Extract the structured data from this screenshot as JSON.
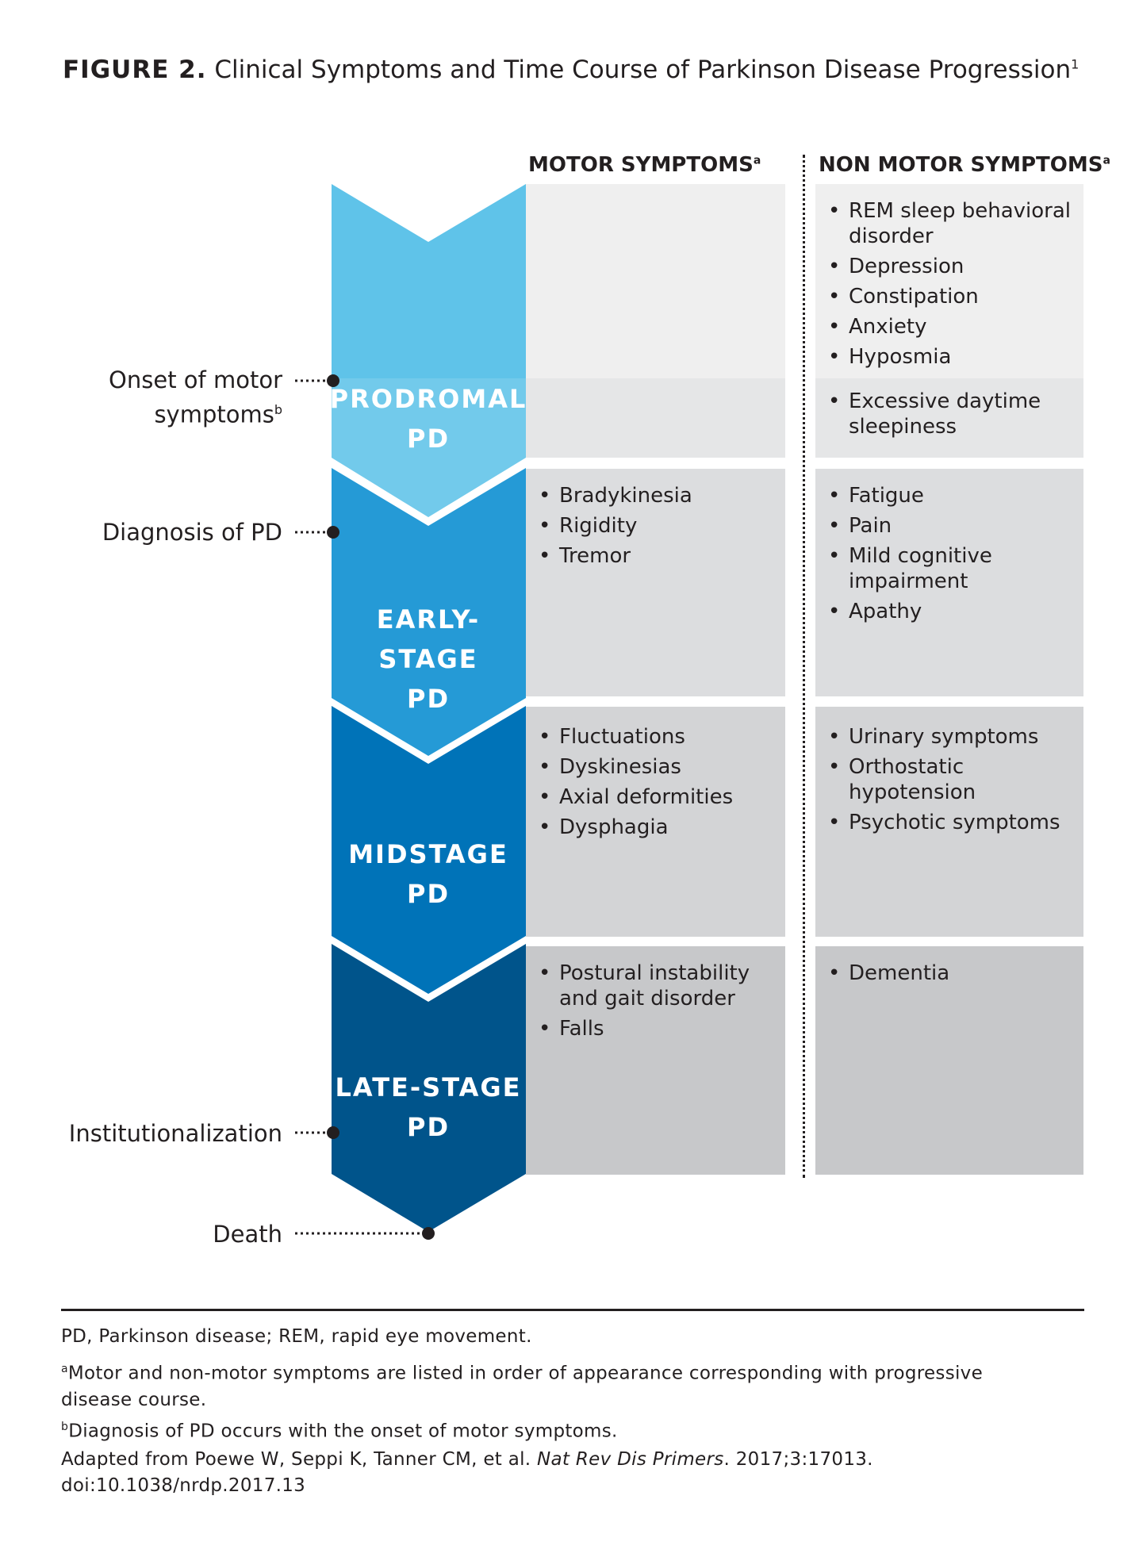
{
  "figure": {
    "label": "FIGURE 2.",
    "title": "Clinical Symptoms and Time Course of Parkinson Disease Progression",
    "title_sup": "1"
  },
  "columns": {
    "motor": {
      "label": "MOTOR SYMPTOMS",
      "sup": "a"
    },
    "nonmotor": {
      "label": "NON MOTOR SYMPTOMS",
      "sup": "a"
    }
  },
  "stages": [
    {
      "label": "PRODROMAL\nPD",
      "color": "#5fc3e9",
      "motor": [],
      "nonmotor": [
        "REM sleep behavioral disorder",
        "Depression",
        "Constipation",
        "Anxiety",
        "Hyposmia"
      ],
      "nonmotor_late": [
        "Excessive daytime sleepiness"
      ]
    },
    {
      "label": "EARLY-STAGE\nPD",
      "color": "#259ad6",
      "motor": [
        "Bradykinesia",
        "Rigidity",
        "Tremor"
      ],
      "nonmotor": [
        "Fatigue",
        "Pain",
        "Mild cognitive impairment",
        "Apathy"
      ]
    },
    {
      "label": "MIDSTAGE\nPD",
      "color": "#0073b8",
      "motor": [
        "Fluctuations",
        "Dyskinesias",
        "Axial deformities",
        "Dysphagia"
      ],
      "nonmotor": [
        "Urinary symptoms",
        "Orthostatic hypotension",
        "Psychotic symptoms"
      ]
    },
    {
      "label": "LATE-STAGE\nPD",
      "color": "#00548b",
      "motor": [
        "Postural instability and gait disorder",
        "Falls"
      ],
      "nonmotor": [
        "Dementia"
      ]
    }
  ],
  "milestones": {
    "onset": {
      "text": "Onset of motor\nsymptoms",
      "sup": "b"
    },
    "diagnosis": {
      "text": "Diagnosis of PD"
    },
    "institutionalization": {
      "text": "Institutionalization"
    },
    "death": {
      "text": "Death"
    }
  },
  "footnotes": {
    "abbrev": "PD, Parkinson disease; REM, rapid eye movement.",
    "a": {
      "sup": "a",
      "text": "Motor and non-motor symptoms are listed in order of appearance corresponding with progressive disease course."
    },
    "b": {
      "sup": "b",
      "text": "Diagnosis of PD occurs with the onset of motor symptoms."
    },
    "source": {
      "pre": "Adapted from Poewe W, Seppi K, Tanner CM, et al. ",
      "journal": "Nat Rev Dis Primers",
      "post": ". 2017;3:17013. doi:10.1038/nrdp.2017.13"
    }
  },
  "colors": {
    "box_prodromal": "#efefef",
    "box_prodromal_late": "#e5e6e7",
    "box_early": "#dcdddf",
    "box_mid": "#d3d4d6",
    "box_late": "#c7c8ca",
    "text": "#231f20"
  }
}
